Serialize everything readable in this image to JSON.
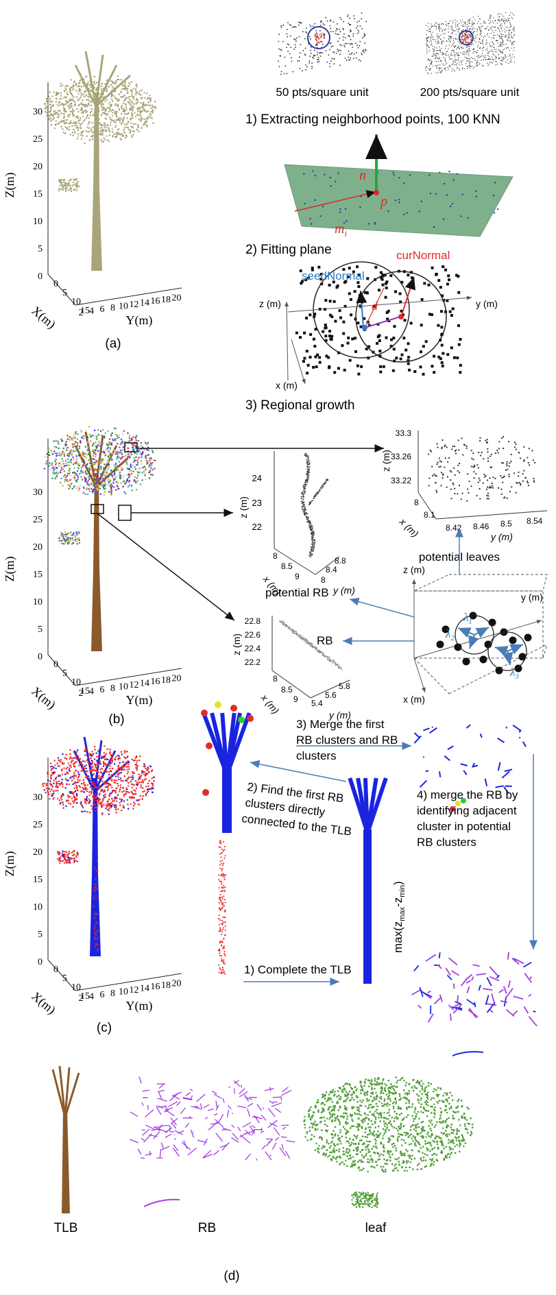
{
  "panel_a": {
    "label": "(a)",
    "z_axis": "Z(m)",
    "z_ticks": [
      "0",
      "5",
      "10",
      "15",
      "20",
      "25",
      "30"
    ],
    "x_axis": "X(m)",
    "x_ticks": [
      "0",
      "5",
      "10",
      "15"
    ],
    "y_axis": "Y(m)",
    "y_ticks": [
      "2",
      "4",
      "6",
      "8",
      "10",
      "12",
      "14",
      "16",
      "18",
      "20"
    ],
    "density_low": "50 pts/square unit",
    "density_high": "200 pts/square unit",
    "step1": "1) Extracting neighborhood points, 100 KNN",
    "sym_n": "n",
    "sym_p": "p",
    "sym_mi": "m",
    "sym_mi_sub": "i",
    "step2": "2) Fitting plane",
    "seed_normal": "seedNormal",
    "cur_normal": "curNormal",
    "sym_d": "d",
    "rg_z": "z (m)",
    "rg_y": "y (m)",
    "rg_x": "x (m)",
    "step3": "3) Regional growth"
  },
  "panel_b": {
    "label": "(b)",
    "z_axis": "Z(m)",
    "z_ticks": [
      "0",
      "5",
      "10",
      "15",
      "20",
      "25",
      "30"
    ],
    "x_axis": "X(m)",
    "x_ticks": [
      "0",
      "5",
      "10",
      "15"
    ],
    "y_axis": "Y(m)",
    "y_ticks": [
      "2",
      "4",
      "6",
      "8",
      "10",
      "12",
      "14",
      "16",
      "18",
      "20"
    ],
    "inset1": {
      "z_label": "z (m)",
      "z_ticks": [
        "24",
        "23",
        "22"
      ],
      "x_label": "x (m)",
      "x_ticks": [
        "8",
        "8.5",
        "9"
      ],
      "y_label": "y (m)",
      "y_ticks": [
        "8",
        "8.4",
        "8.8"
      ]
    },
    "inset2": {
      "z_label": "z (m)",
      "z_ticks": [
        "33.3",
        "33.26",
        "33.22"
      ],
      "x_label": "x (m)",
      "x_ticks": [
        "8",
        "8.1"
      ],
      "y_label": "y (m)",
      "y_ticks": [
        "8.42",
        "8.46",
        "8.5",
        "8.54"
      ]
    },
    "inset3": {
      "z_label": "z (m)",
      "z_ticks": [
        "22.8",
        "22.6",
        "22.4",
        "22.2"
      ],
      "x_label": "x (m)",
      "x_ticks": [
        "8",
        "8.5",
        "9"
      ],
      "y_label": "y (m)",
      "y_ticks": [
        "5.4",
        "5.6",
        "5.8"
      ]
    },
    "potential_leaves": "potential leaves",
    "potential_rb": "potential RB",
    "rb": "RB",
    "eig_z": "z (m)",
    "eig_y": "y (m)",
    "eig_x": "x (m)",
    "lambda1": "λ",
    "lambda2": "λ",
    "lambda3": "λ",
    "sub1": "1",
    "sub2": "2",
    "sub3": "3"
  },
  "panel_c": {
    "label": "(c)",
    "z_axis": "Z(m)",
    "z_ticks": [
      "0",
      "5",
      "10",
      "15",
      "20",
      "25",
      "30"
    ],
    "x_axis": "X(m)",
    "x_ticks": [
      "0",
      "5",
      "10",
      "15"
    ],
    "y_axis": "Y(m)",
    "y_ticks": [
      "2",
      "4",
      "6",
      "8",
      "10",
      "12",
      "14",
      "16",
      "18",
      "20"
    ],
    "step1": "1) Complete the TLB",
    "step2_l1": "2) Find the first RB",
    "step2_l2": "clusters directly",
    "step2_l3": "connected to the TLB",
    "step3_l1": "3) Merge the first",
    "step3_l2": "RB clusters and RB",
    "step3_l3": "clusters",
    "step4_l1": "4) merge the RB by",
    "step4_l2": "identifying adjacent",
    "step4_l3": "cluster in potential",
    "step4_l4": "RB clusters",
    "height_expr": "max(z",
    "height_sub1": "max",
    "height_mid": "-z",
    "height_sub2": "min",
    "height_close": ")"
  },
  "panel_d": {
    "label": "(d)",
    "tlb": "TLB",
    "rb": "RB",
    "leaf": "leaf"
  },
  "colors": {
    "olive": "#a9a57a",
    "trunk": "#8b5a2b",
    "blue": "#1a24e0",
    "red": "#ee2020",
    "purple": "#a23ee0",
    "green": "#4e9a35",
    "plane": "#7fb08c",
    "arrow": "#4a7db5",
    "seed": "#2c79c4",
    "cur": "#e12a2a"
  }
}
